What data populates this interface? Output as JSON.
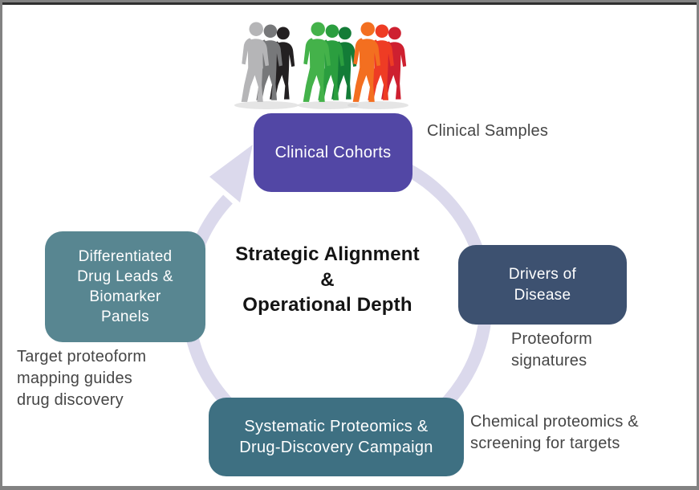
{
  "center": {
    "title": "Strategic Alignment\n&\nOperational Depth"
  },
  "nodes": {
    "top": {
      "label": "Clinical Cohorts",
      "color": "#5247a5",
      "annotation": "Clinical Samples"
    },
    "right": {
      "label": "Drivers of\nDisease",
      "color": "#3d5170",
      "annotation": "Proteoform\nsignatures"
    },
    "bottom": {
      "label": "Systematic Proteomics &\nDrug-Discovery Campaign",
      "color": "#3e7082",
      "annotation": "Chemical proteomics &\nscreening for targets"
    },
    "left": {
      "label": "Differentiated\nDrug Leads &\nBiomarker\nPanels",
      "color": "#588691",
      "annotation": "Target proteoform\nmapping guides\ndrug discovery"
    }
  },
  "ring": {
    "color": "#dbd9ec",
    "direction": "clockwise"
  },
  "people": {
    "groups": [
      {
        "name": "grey-cohort",
        "colors": [
          "#b5b5b7",
          "#77787a",
          "#232021"
        ]
      },
      {
        "name": "green-cohort",
        "colors": [
          "#44b24a",
          "#2b9e3f",
          "#137c37"
        ]
      },
      {
        "name": "red-cohort",
        "colors": [
          "#f36f20",
          "#ee3c24",
          "#ce2030"
        ]
      }
    ],
    "shadow_color": "#cfcfcf"
  }
}
